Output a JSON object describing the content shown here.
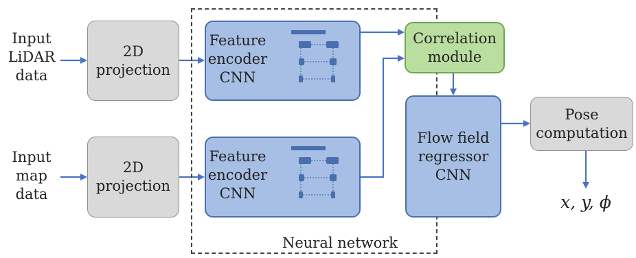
{
  "inputs": {
    "lidar": [
      "Input",
      "LiDAR",
      "data"
    ],
    "map": [
      "Input",
      "map",
      "data"
    ]
  },
  "projection": {
    "top": [
      "2D",
      "projection"
    ],
    "bottom": [
      "2D",
      "projection"
    ]
  },
  "encoder": {
    "top": [
      "Feature",
      "encoder",
      "CNN"
    ],
    "bottom": [
      "Feature",
      "encoder",
      "CNN"
    ]
  },
  "correlation": [
    "Correlation",
    "module"
  ],
  "regressor": [
    "Flow field",
    "regressor",
    "CNN"
  ],
  "pose": [
    "Pose",
    "computation"
  ],
  "output": "x, y, ϕ",
  "network_label": "Neural network",
  "colors": {
    "arrow": "#4a72c4",
    "blue_fill": "#a7bfe4",
    "green_fill": "#b9dea0",
    "gray_fill": "#d9d9d9"
  }
}
